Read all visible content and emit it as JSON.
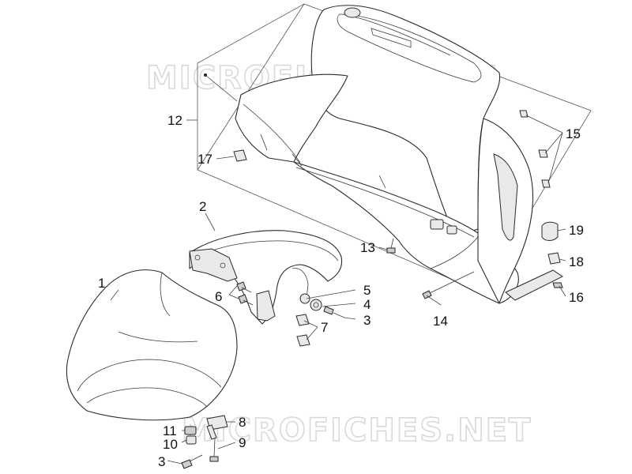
{
  "watermark": "MICROFICHES.NET",
  "labels": {
    "p1": "1",
    "p2": "2",
    "p3a": "3",
    "p3b": "3",
    "p4": "4",
    "p5": "5",
    "p6": "6",
    "p7": "7",
    "p8": "8",
    "p9": "9",
    "p10": "10",
    "p11": "11",
    "p12": "12",
    "p13": "13",
    "p14": "14",
    "p15": "15",
    "p16": "16",
    "p17": "17",
    "p18": "18",
    "p19": "19"
  }
}
